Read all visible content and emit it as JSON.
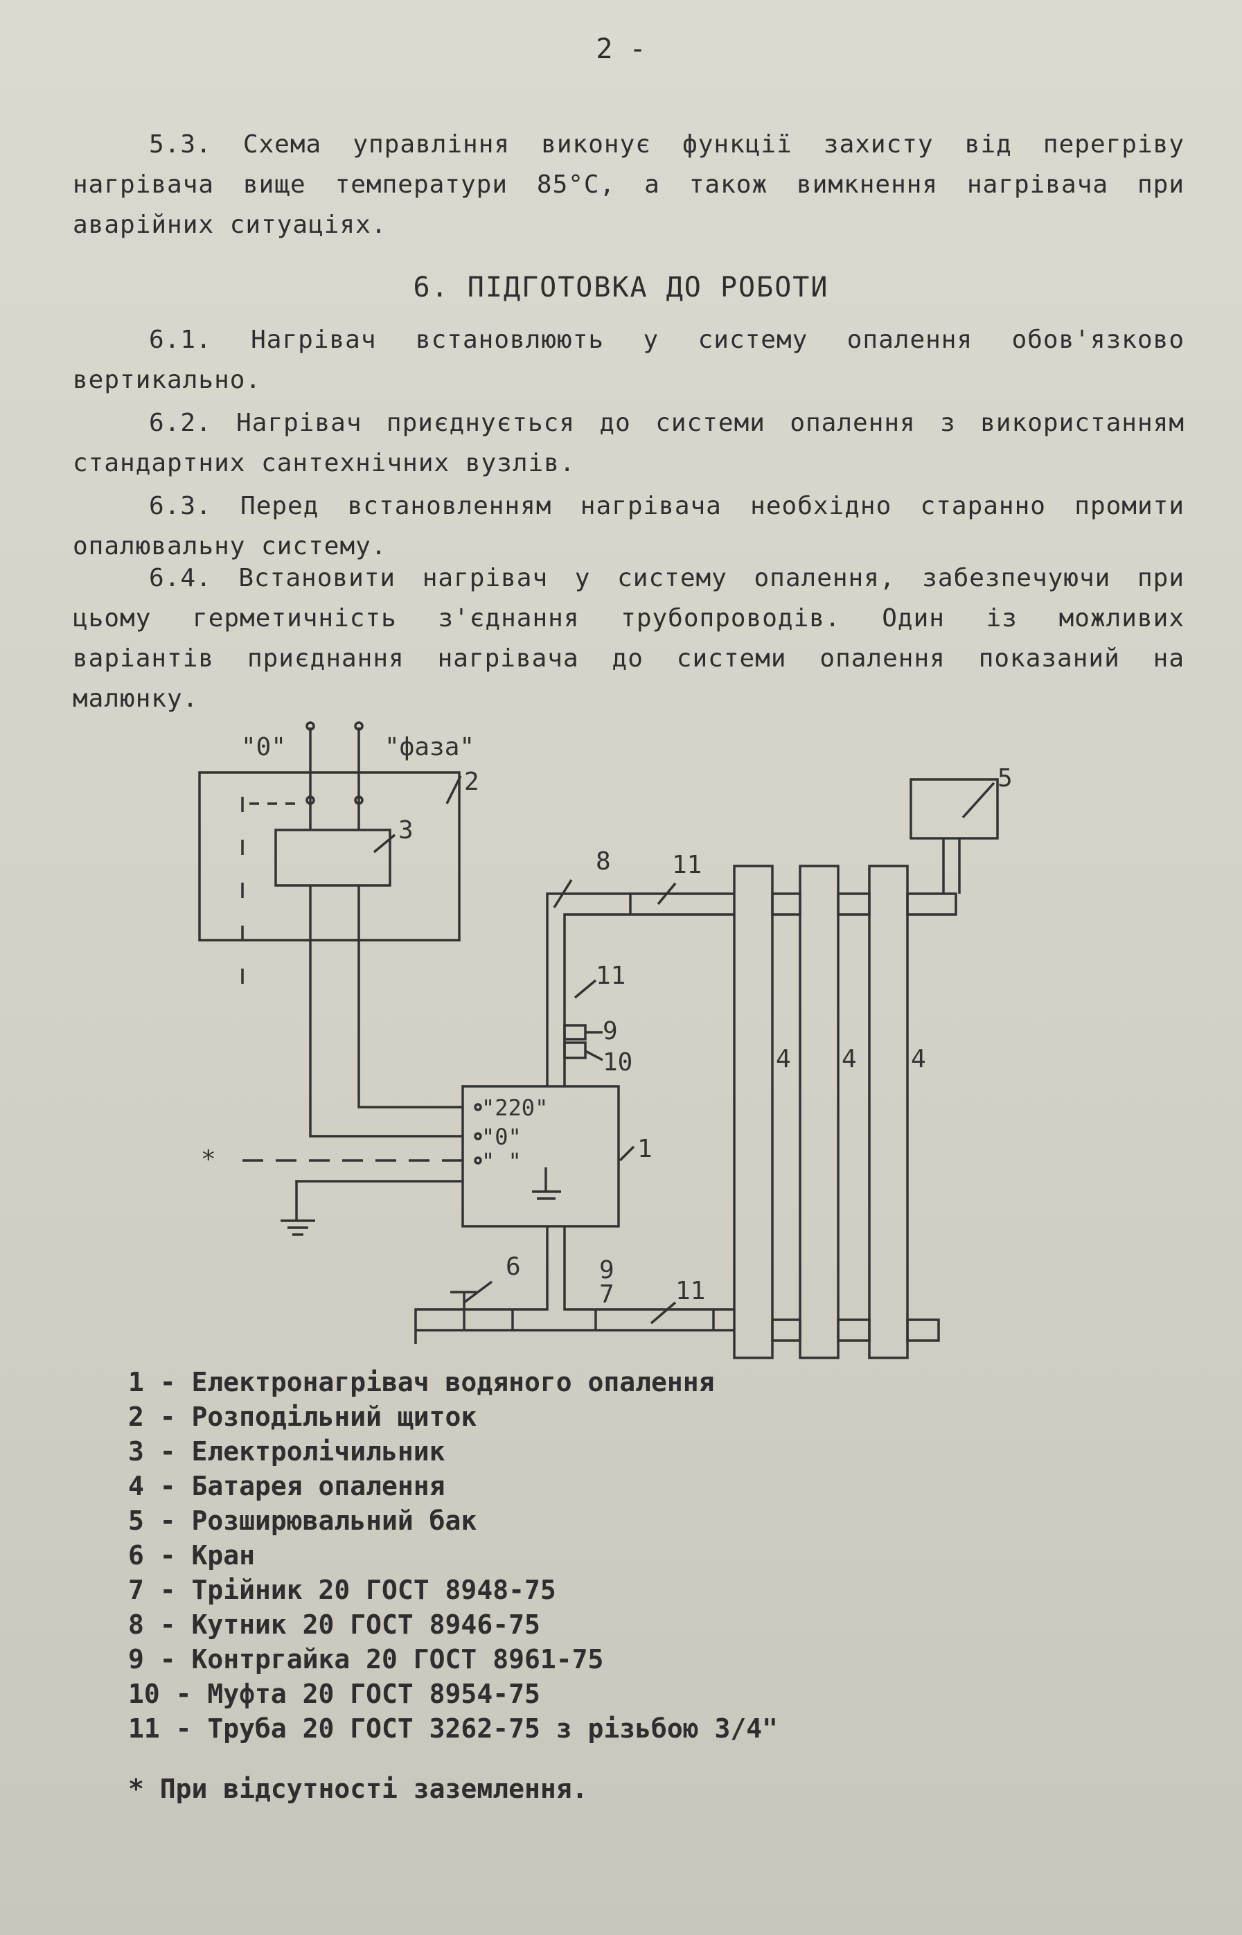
{
  "page_number": "2 -",
  "para_5_3": "5.3. Схема управління виконує функції захисту від перегріву нагрівача вище температури 85°С, а також вимкнення нагрівача при аварійних ситуаціях.",
  "section_heading": "6. ПІДГОТОВКА ДО РОБОТИ",
  "para_6_1": "6.1. Нагрівач встановлюють у систему опалення обов'язково вертикально.",
  "para_6_2": "6.2. Нагрівач приєднується до системи опалення з використанням стандартних сантехнічних вузлів.",
  "para_6_3": "6.3. Перед встановленням нагрівача необхідно старанно промити опалювальну систему.",
  "para_6_4": "6.4. Встановити нагрівач у систему опалення, забезпечуючи при цьому герметичність з'єднання трубопроводів. Один із можливих варіантів приєднання нагрівача до системи опалення показаний на малюнку.",
  "diagram": {
    "label_zero": "\"0\"",
    "label_phase": "\"фаза\"",
    "terminal_220": "\"220\"",
    "terminal_0": "\"0\"",
    "terminal_ground": "\" \"",
    "star": "*",
    "numbers": [
      "1",
      "2",
      "3",
      "4",
      "4",
      "4",
      "5",
      "6",
      "7",
      "8",
      "9",
      "9",
      "10",
      "11",
      "11",
      "11"
    ]
  },
  "legend": [
    "1 - Електронагрівач водяного опалення",
    "2 - Розподільний щиток",
    "3 - Електролічильник",
    "4 - Батарея опалення",
    "5 - Розширювальний бак",
    "6 - Кран",
    "7 - Трійник 20 ГОСТ 8948-75",
    "8 - Кутник 20 ГОСТ 8946-75",
    "9 - Контргайка 20 ГОСТ 8961-75",
    "10 - Муфта 20 ГОСТ 8954-75",
    "11 - Труба 20 ГОСТ 3262-75 з різьбою 3/4\""
  ],
  "footnote": "* При відсутності заземлення."
}
